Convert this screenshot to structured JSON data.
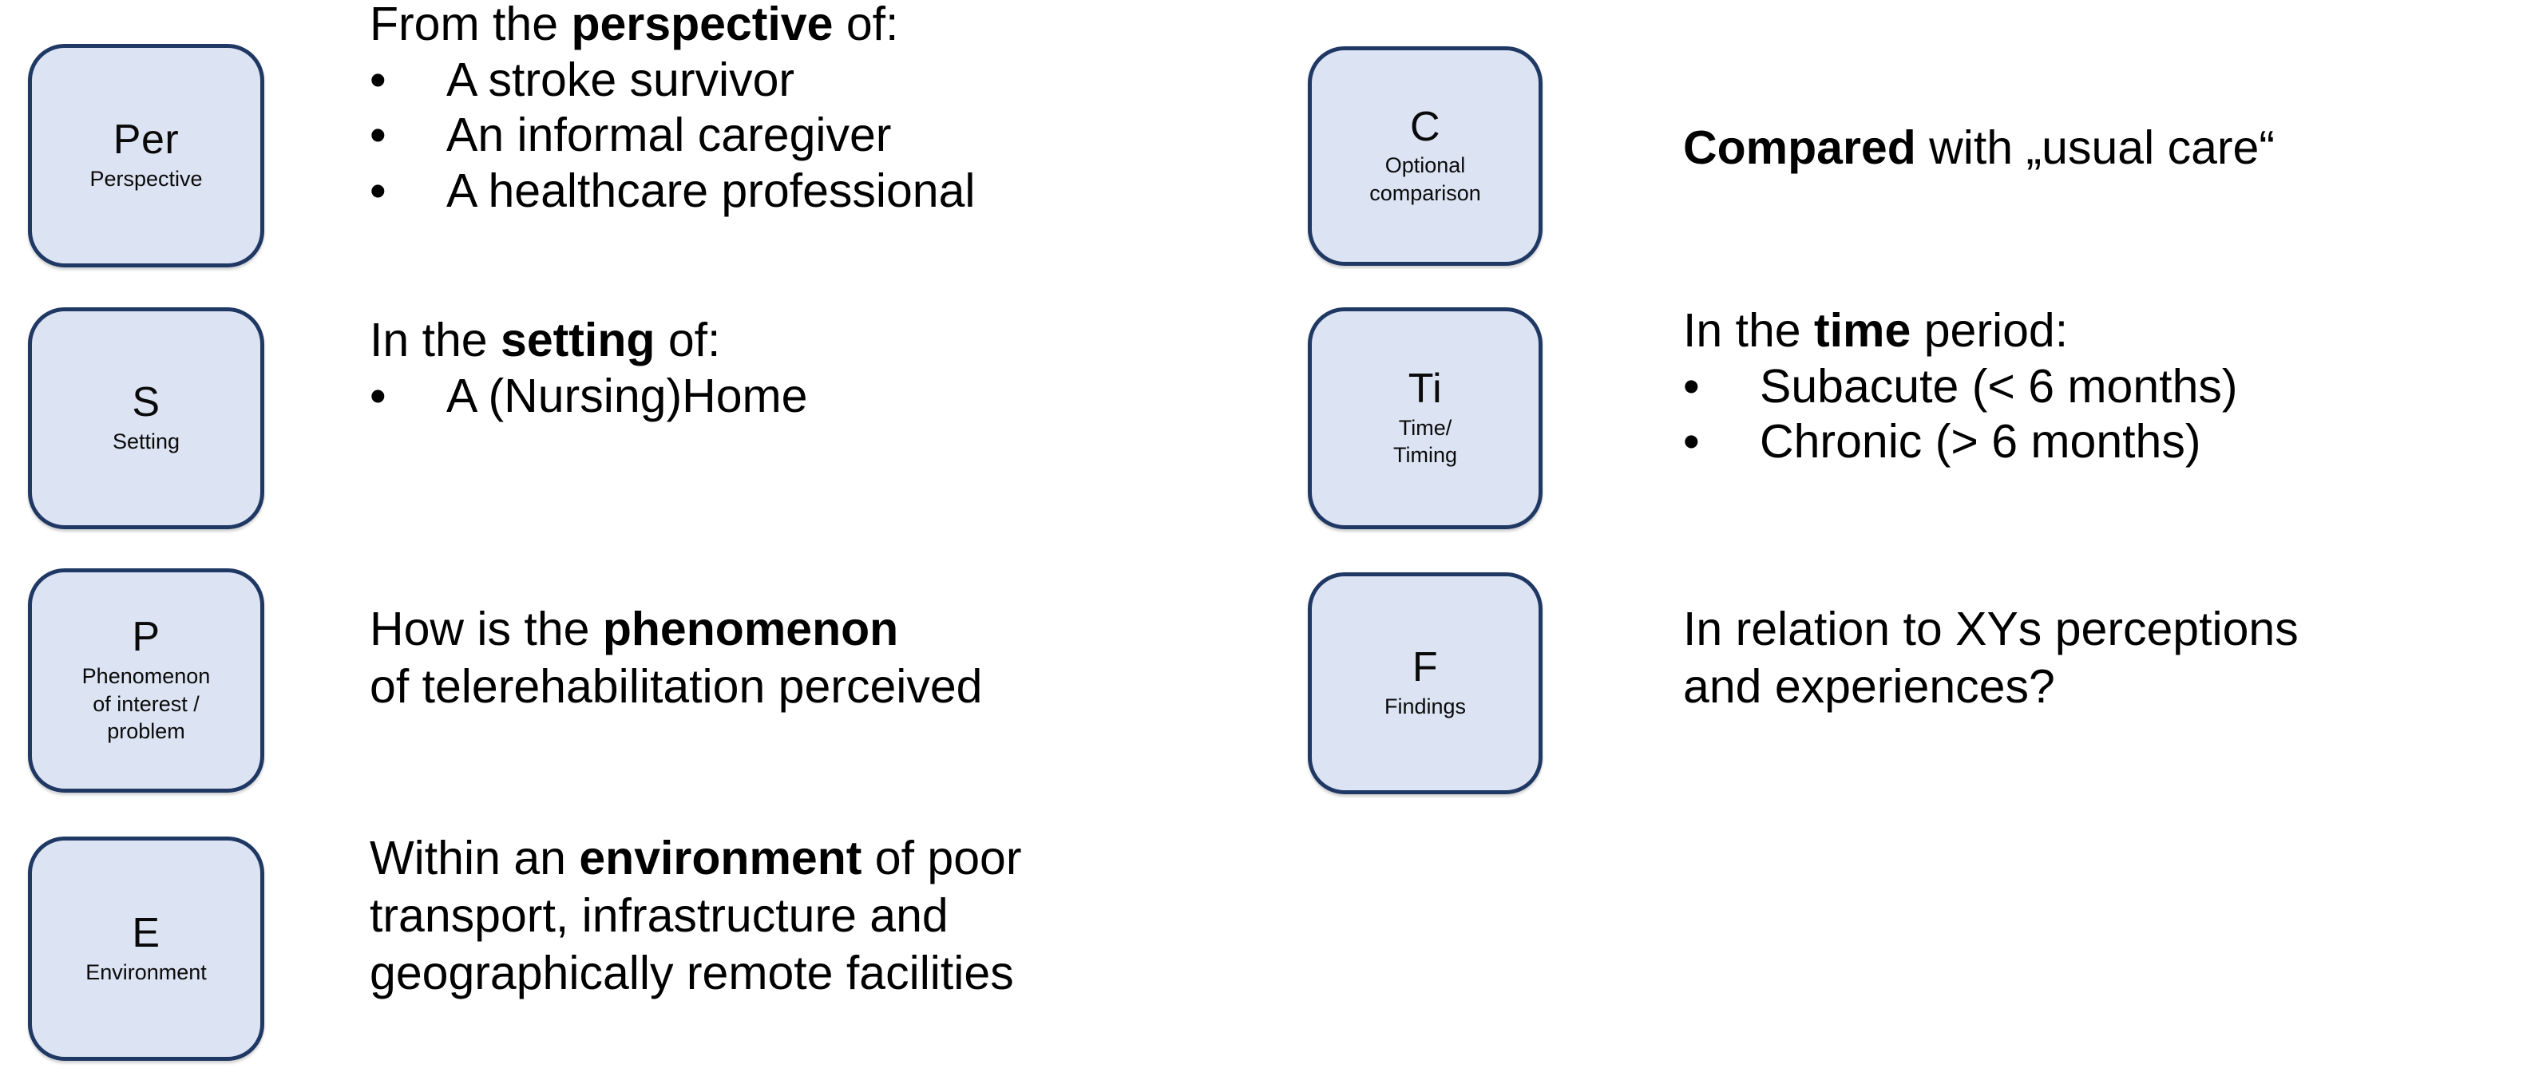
{
  "colors": {
    "box_fill": "#DCE3F2",
    "box_border": "#1F3864",
    "text": "#000000",
    "background": "#FFFFFF"
  },
  "boxes": {
    "perspective": {
      "letter": "Per",
      "word": "Perspective"
    },
    "setting": {
      "letter": "S",
      "word": "Setting"
    },
    "phenomenon": {
      "letter": "P",
      "word": "Phenomenon\nof interest /\nproblem"
    },
    "environment": {
      "letter": "E",
      "word": "Environment"
    },
    "comparison": {
      "letter": "C",
      "word": "Optional\ncomparison"
    },
    "timing": {
      "letter": "Ti",
      "word": "Time/\nTiming"
    },
    "findings": {
      "letter": "F",
      "word": "Findings"
    }
  },
  "perspective_text": {
    "lead_pre": "From the ",
    "lead_bold": "perspective",
    "lead_post": " of:",
    "bullet_marker": "•",
    "bullets": [
      "A stroke survivor",
      "An informal caregiver",
      "A healthcare professional"
    ]
  },
  "setting_text": {
    "lead_pre": "In the ",
    "lead_bold": "setting",
    "lead_post": " of:",
    "bullet_marker": "•",
    "bullets": [
      "A (Nursing)Home"
    ]
  },
  "phenomenon_text": {
    "line1_pre": "How is the ",
    "line1_bold": "phenomenon",
    "line1_post": "",
    "line2": "of telerehabilitation perceived"
  },
  "environment_text": {
    "line1_pre": "Within an ",
    "line1_bold": "environment",
    "line1_post": " of poor",
    "line2": "transport, infrastructure and",
    "line3": "geographically remote facilities"
  },
  "comparison_text": {
    "line1_bold": "Compared",
    "line1_post": " with „usual care“"
  },
  "timing_text": {
    "lead_pre": "In the ",
    "lead_bold": "time",
    "lead_post": " period:",
    "bullet_marker": "•",
    "bullets": [
      "Subacute (< 6 months)",
      "Chronic (> 6 months)"
    ]
  },
  "findings_text": {
    "line1": "In relation to XYs perceptions",
    "line2": "and experiences?"
  }
}
